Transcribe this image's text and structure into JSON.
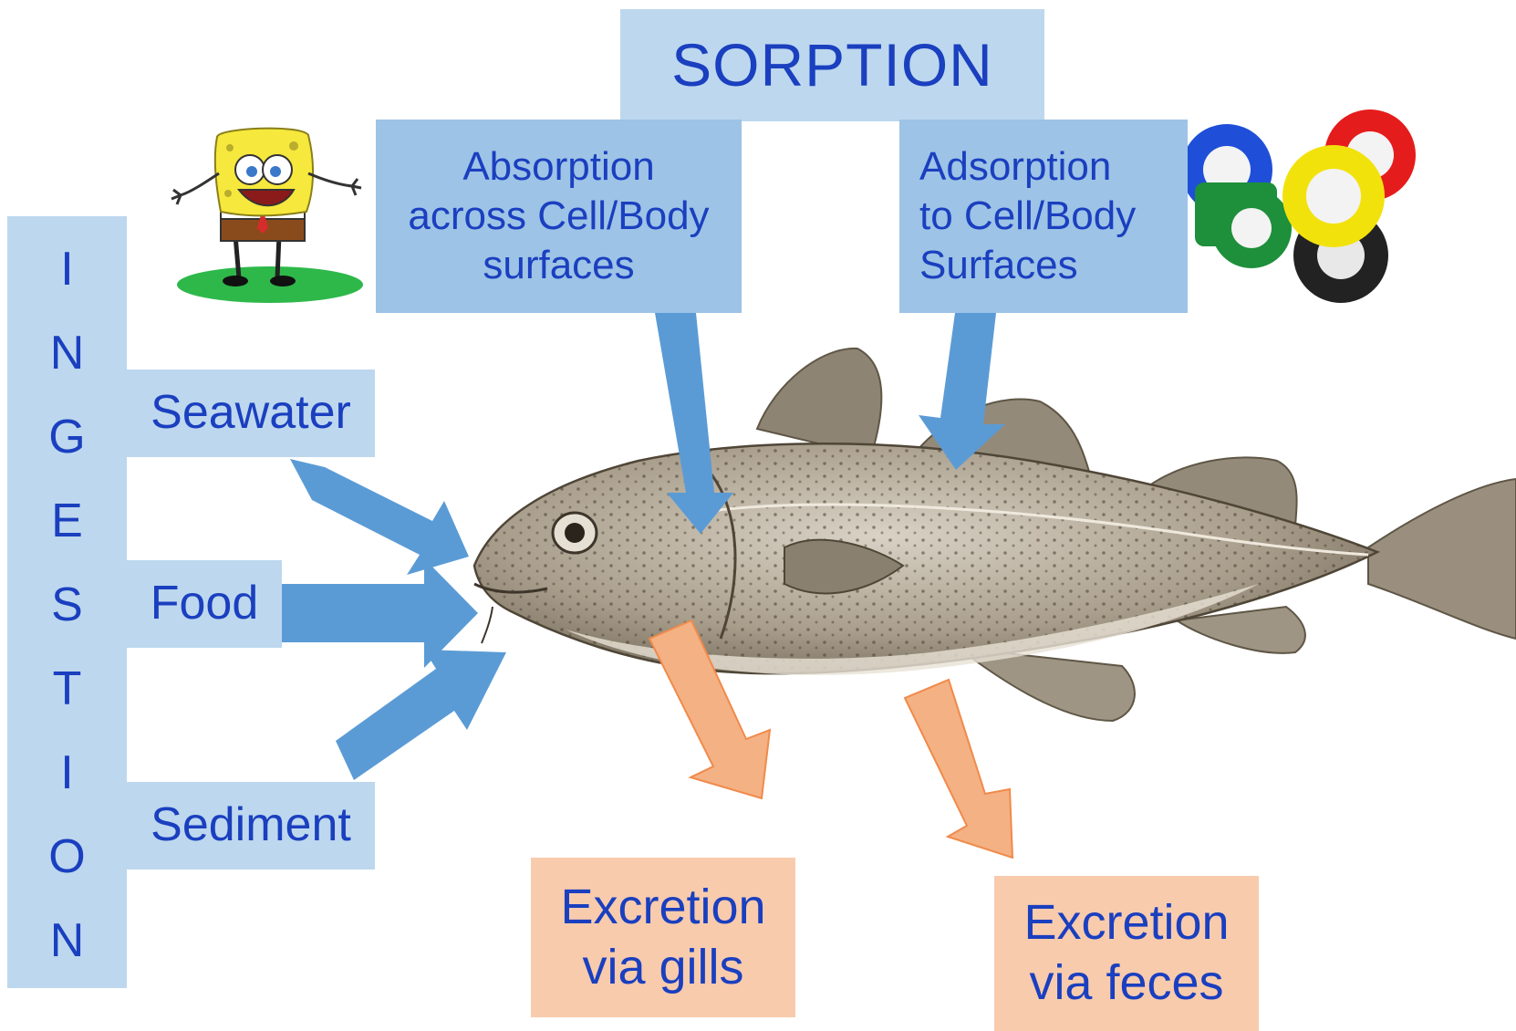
{
  "sorption": {
    "title": "SORPTION",
    "absorption": {
      "line1": "Absorption",
      "line2": "across Cell/Body",
      "line3": "surfaces"
    },
    "adsorption": {
      "line1": "Adsorption",
      "line2": "to Cell/Body",
      "line3": "Surfaces"
    }
  },
  "ingestion": {
    "letters": [
      "I",
      "N",
      "G",
      "E",
      "S",
      "T",
      "I",
      "O",
      "N"
    ],
    "sources": {
      "seawater": "Seawater",
      "food": "Food",
      "sediment": "Sediment"
    }
  },
  "excretion": {
    "gills": {
      "line1": "Excretion",
      "line2": "via gills"
    },
    "feces": {
      "line1": "Excretion",
      "line2": "via feces"
    }
  },
  "colors": {
    "text": "#1a3fbf",
    "box_light": "#bdd7ee",
    "box_mid": "#9dc3e6",
    "box_peach": "#f8cbad",
    "arrow_blue": "#5b9bd5",
    "arrow_orange": "#f4b183"
  },
  "icons": [
    "sponge-cartoon-illustration",
    "tape-rolls-illustration",
    "cod-fish-illustration"
  ]
}
